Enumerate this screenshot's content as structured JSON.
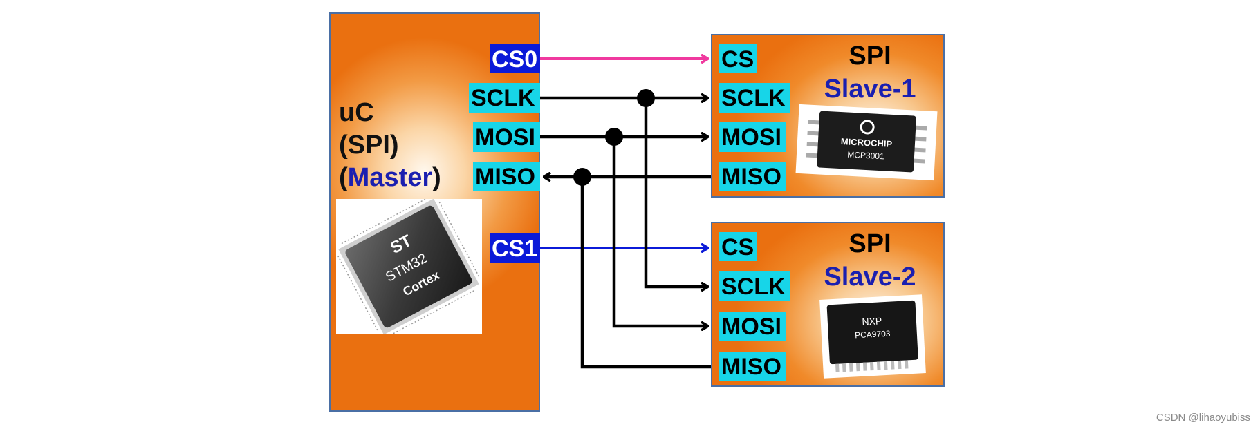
{
  "master": {
    "title_line1": "uC",
    "title_line2": "(SPI)",
    "title_line3_open": "(",
    "title_line3_word": "Master",
    "title_line3_close": ")",
    "pins": {
      "cs0": "CS0",
      "sclk": "SCLK",
      "mosi": "MOSI",
      "miso": "MISO",
      "cs1": "CS1"
    },
    "chip": {
      "brand": "ST",
      "model": "STM32",
      "core": "Cortex"
    }
  },
  "slave1": {
    "title_line1": "SPI",
    "title_line2": "Slave-1",
    "pins": {
      "cs": "CS",
      "sclk": "SCLK",
      "mosi": "MOSI",
      "miso": "MISO"
    },
    "chip": {
      "brand": "MICROCHIP",
      "model": "MCP3001"
    }
  },
  "slave2": {
    "title_line1": "SPI",
    "title_line2": "Slave-2",
    "pins": {
      "cs": "CS",
      "sclk": "SCLK",
      "mosi": "MOSI",
      "miso": "MISO"
    },
    "chip": {
      "brand": "NXP",
      "model": "PCA9703"
    }
  },
  "colors": {
    "block_orange": "#ea7010",
    "pin_cyan": "#17d5e8",
    "pin_blue": "#0b1ad8",
    "cs0_wire": "#f0399f",
    "cs1_wire": "#0b1ad8",
    "bus_wire": "#000000"
  },
  "credit": "CSDN @lihaoyubiss"
}
